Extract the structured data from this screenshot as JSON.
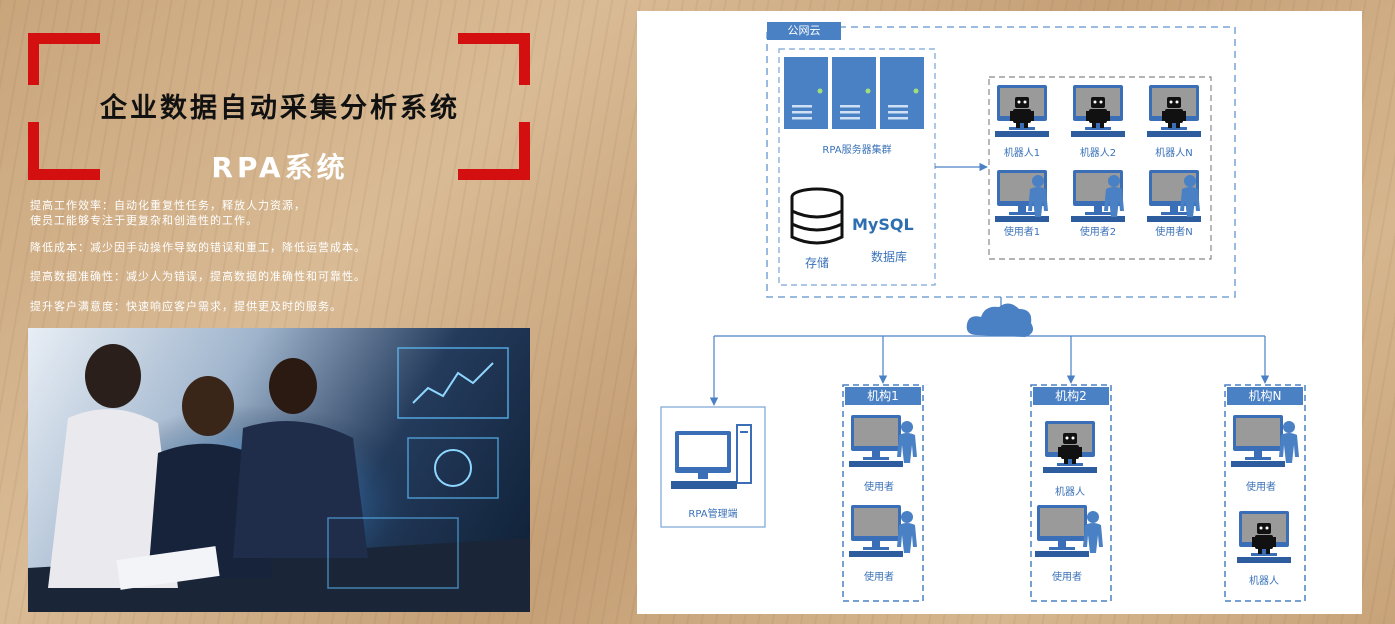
{
  "header": {
    "title": "企业数据自动采集分析系统",
    "subtitle": "RPA系统"
  },
  "features": [
    {
      "line1": "提高工作效率：自动化重复性任务，释放人力资源，",
      "line2": "使员工能够专注于更复杂和创造性的工作。"
    },
    {
      "line1": "降低成本：减少因手动操作导致的错误和重工，降低运营成本。",
      "line2": ""
    },
    {
      "line1": "提高数据准确性：减少人为错误，提高数据的准确性和可靠性。",
      "line2": ""
    },
    {
      "line1": "提升客户满意度：快速响应客户需求，提供更及时的服务。",
      "line2": ""
    }
  ],
  "diagram": {
    "cloud_label": "公网云",
    "server_cluster_label": "RPA服务器集群",
    "storage_label": "存储",
    "mysql_logo": "MySQL",
    "database_label": "数据库",
    "robots": [
      "机器人1",
      "机器人2",
      "机器人N"
    ],
    "users": [
      "使用者1",
      "使用者2",
      "使用者N"
    ],
    "rpa_admin_label": "RPA管理端",
    "orgs": [
      {
        "name": "机构1",
        "items": [
          "使用者",
          "使用者"
        ]
      },
      {
        "name": "机构2",
        "items": [
          "机器人",
          "使用者"
        ]
      },
      {
        "name": "机构N",
        "items": [
          "使用者",
          "机器人"
        ]
      }
    ]
  },
  "colors": {
    "accent_red": "#d40f0f",
    "diagram_blue": "#4a80c4",
    "dash_blue": "#7aa3d6"
  }
}
